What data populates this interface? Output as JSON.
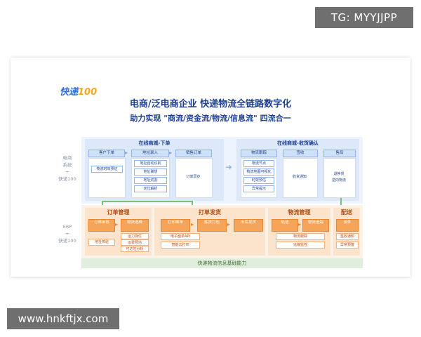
{
  "watermark_top": "TG: MYYJJPP",
  "watermark_bottom": "www.hnkftjx.com",
  "logo": {
    "text": "快递",
    "num": "100"
  },
  "title": "电商/泛电商企业  快递物流全链路数字化",
  "subtitle": "助力实现 \"商流/资金流/物流/信息流\" 四流合一",
  "left_labels": {
    "top": [
      "电商",
      "系统",
      "+",
      "快递100"
    ],
    "bottom": [
      "ERP",
      "+",
      "快递100"
    ]
  },
  "top_left": {
    "header": "在线商城-下单",
    "boxes": [
      "客户下单",
      "地址录入",
      "销售订单"
    ],
    "sub1": "物流时效预估",
    "sub2": [
      "地址自动识别",
      "地址联想",
      "地址切割",
      "定位解析"
    ],
    "sub3": "订单同步"
  },
  "top_right": {
    "header": "在线商城-收货确认",
    "boxes": [
      "物流跟踪",
      "签收",
      "售后"
    ],
    "sub1": [
      "物流节点",
      "物流地图可视化",
      "时效预估",
      "异常提示"
    ],
    "sub2": "收货通知",
    "sub3": [
      "退换货",
      "逆向物流"
    ]
  },
  "bottom": {
    "g1": {
      "header": "订单管理",
      "boxes": [
        "订单审核",
        "物流选择"
      ],
      "sub1": "地址校验",
      "sub2": [
        "运力择优",
        "运费预估",
        "可达性分析"
      ]
    },
    "g2": {
      "header": "打单发货",
      "boxes": [
        "打印面单",
        "拣货打包",
        "出库发货"
      ],
      "sub1": "电子面单API",
      "sub2": "智能云打印"
    },
    "g3": {
      "header": "物流管理",
      "boxes": [
        "轨迹",
        "物流追踪"
      ],
      "sub1": "物流跟踪",
      "sub2": "运输监控"
    },
    "g4": {
      "header": "配送",
      "boxes": [
        "派件"
      ],
      "sub1": [
        "签收",
        "通知"
      ],
      "sub2": "异常预警"
    }
  },
  "base_bar": "快递物流信息基础能力"
}
